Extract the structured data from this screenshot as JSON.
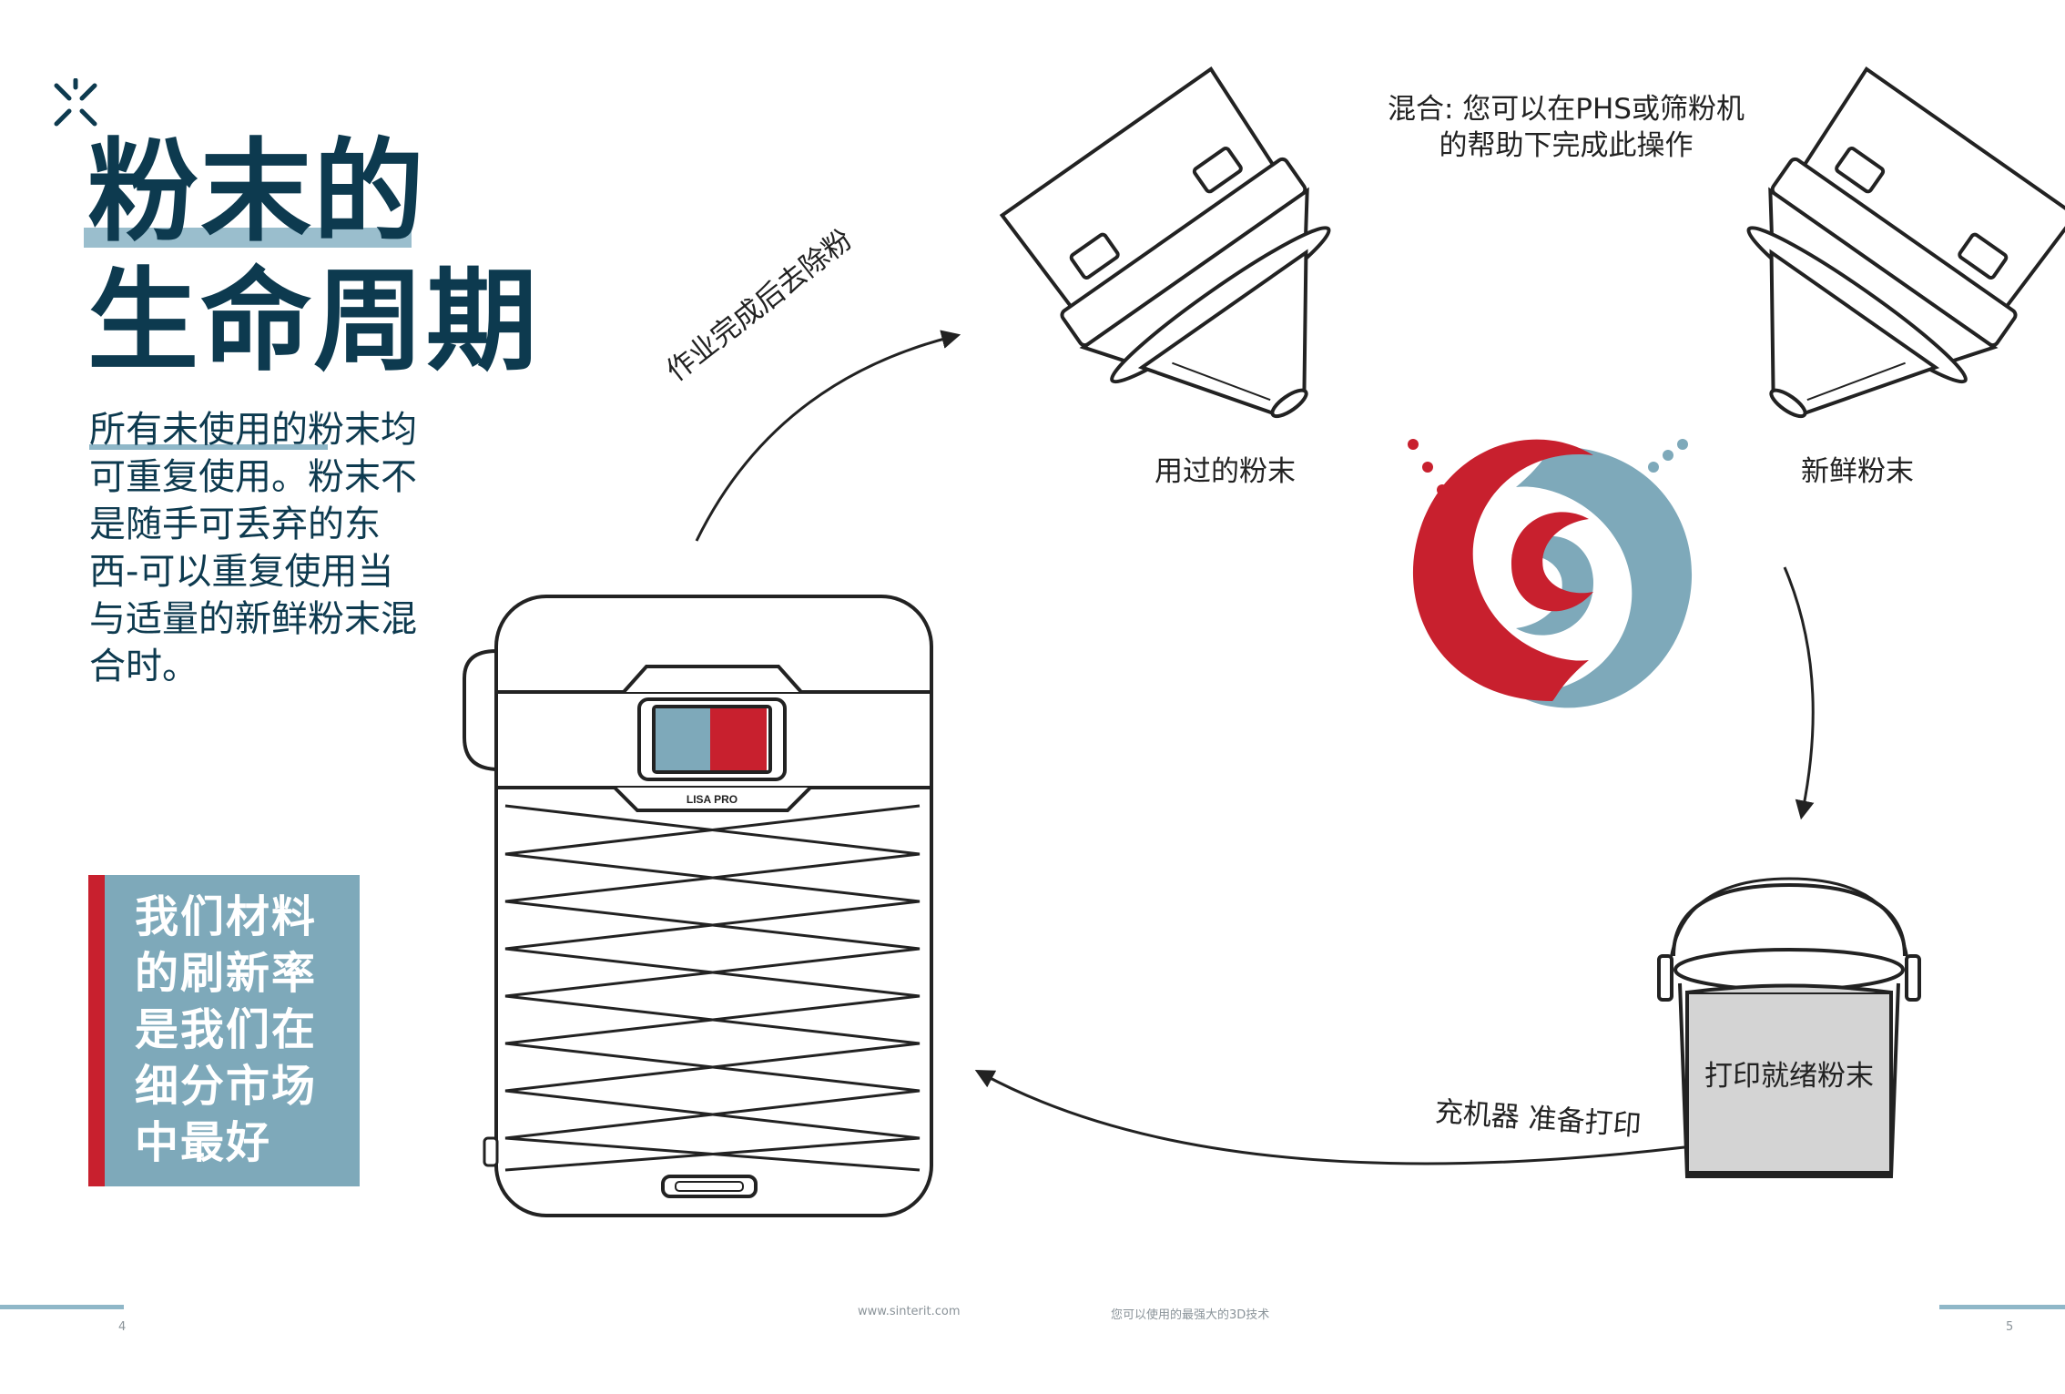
{
  "title": {
    "line1": "粉末的",
    "line2": "生命周期"
  },
  "intro": "所有未使用的粉末均可重复使用。粉末不是随手可丢弃的东西-可以重复使用当与适量的新鲜粉末混合时。",
  "callout": "我们材料的刷新率是我们在细分市场中最好",
  "labels": {
    "remove": "作业完成后去除粉",
    "mix": "混合: 您可以在PHS或筛粉机的帮助下完成此操作",
    "used": "用过的粉末",
    "fresh": "新鲜粉末",
    "ready": "打印就绪粉末",
    "refill": "充机器 准备打印",
    "printer_model": "LISA PRO"
  },
  "footer": {
    "page_left": "4",
    "page_right": "5",
    "url": "www.sinterit.com",
    "tagline": "您可以使用的最强大的3D技术"
  },
  "colors": {
    "navy": "#0d3a4f",
    "red": "#c8202e",
    "light_blue": "#7ea9ba",
    "pale_blue": "#8fb7c8",
    "bucket_fill": "#d4d4d4"
  },
  "icons": [
    "sinterit-logo-icon",
    "arrow-icon",
    "swirl-icon",
    "container-icon",
    "bucket-icon",
    "printer-icon"
  ]
}
